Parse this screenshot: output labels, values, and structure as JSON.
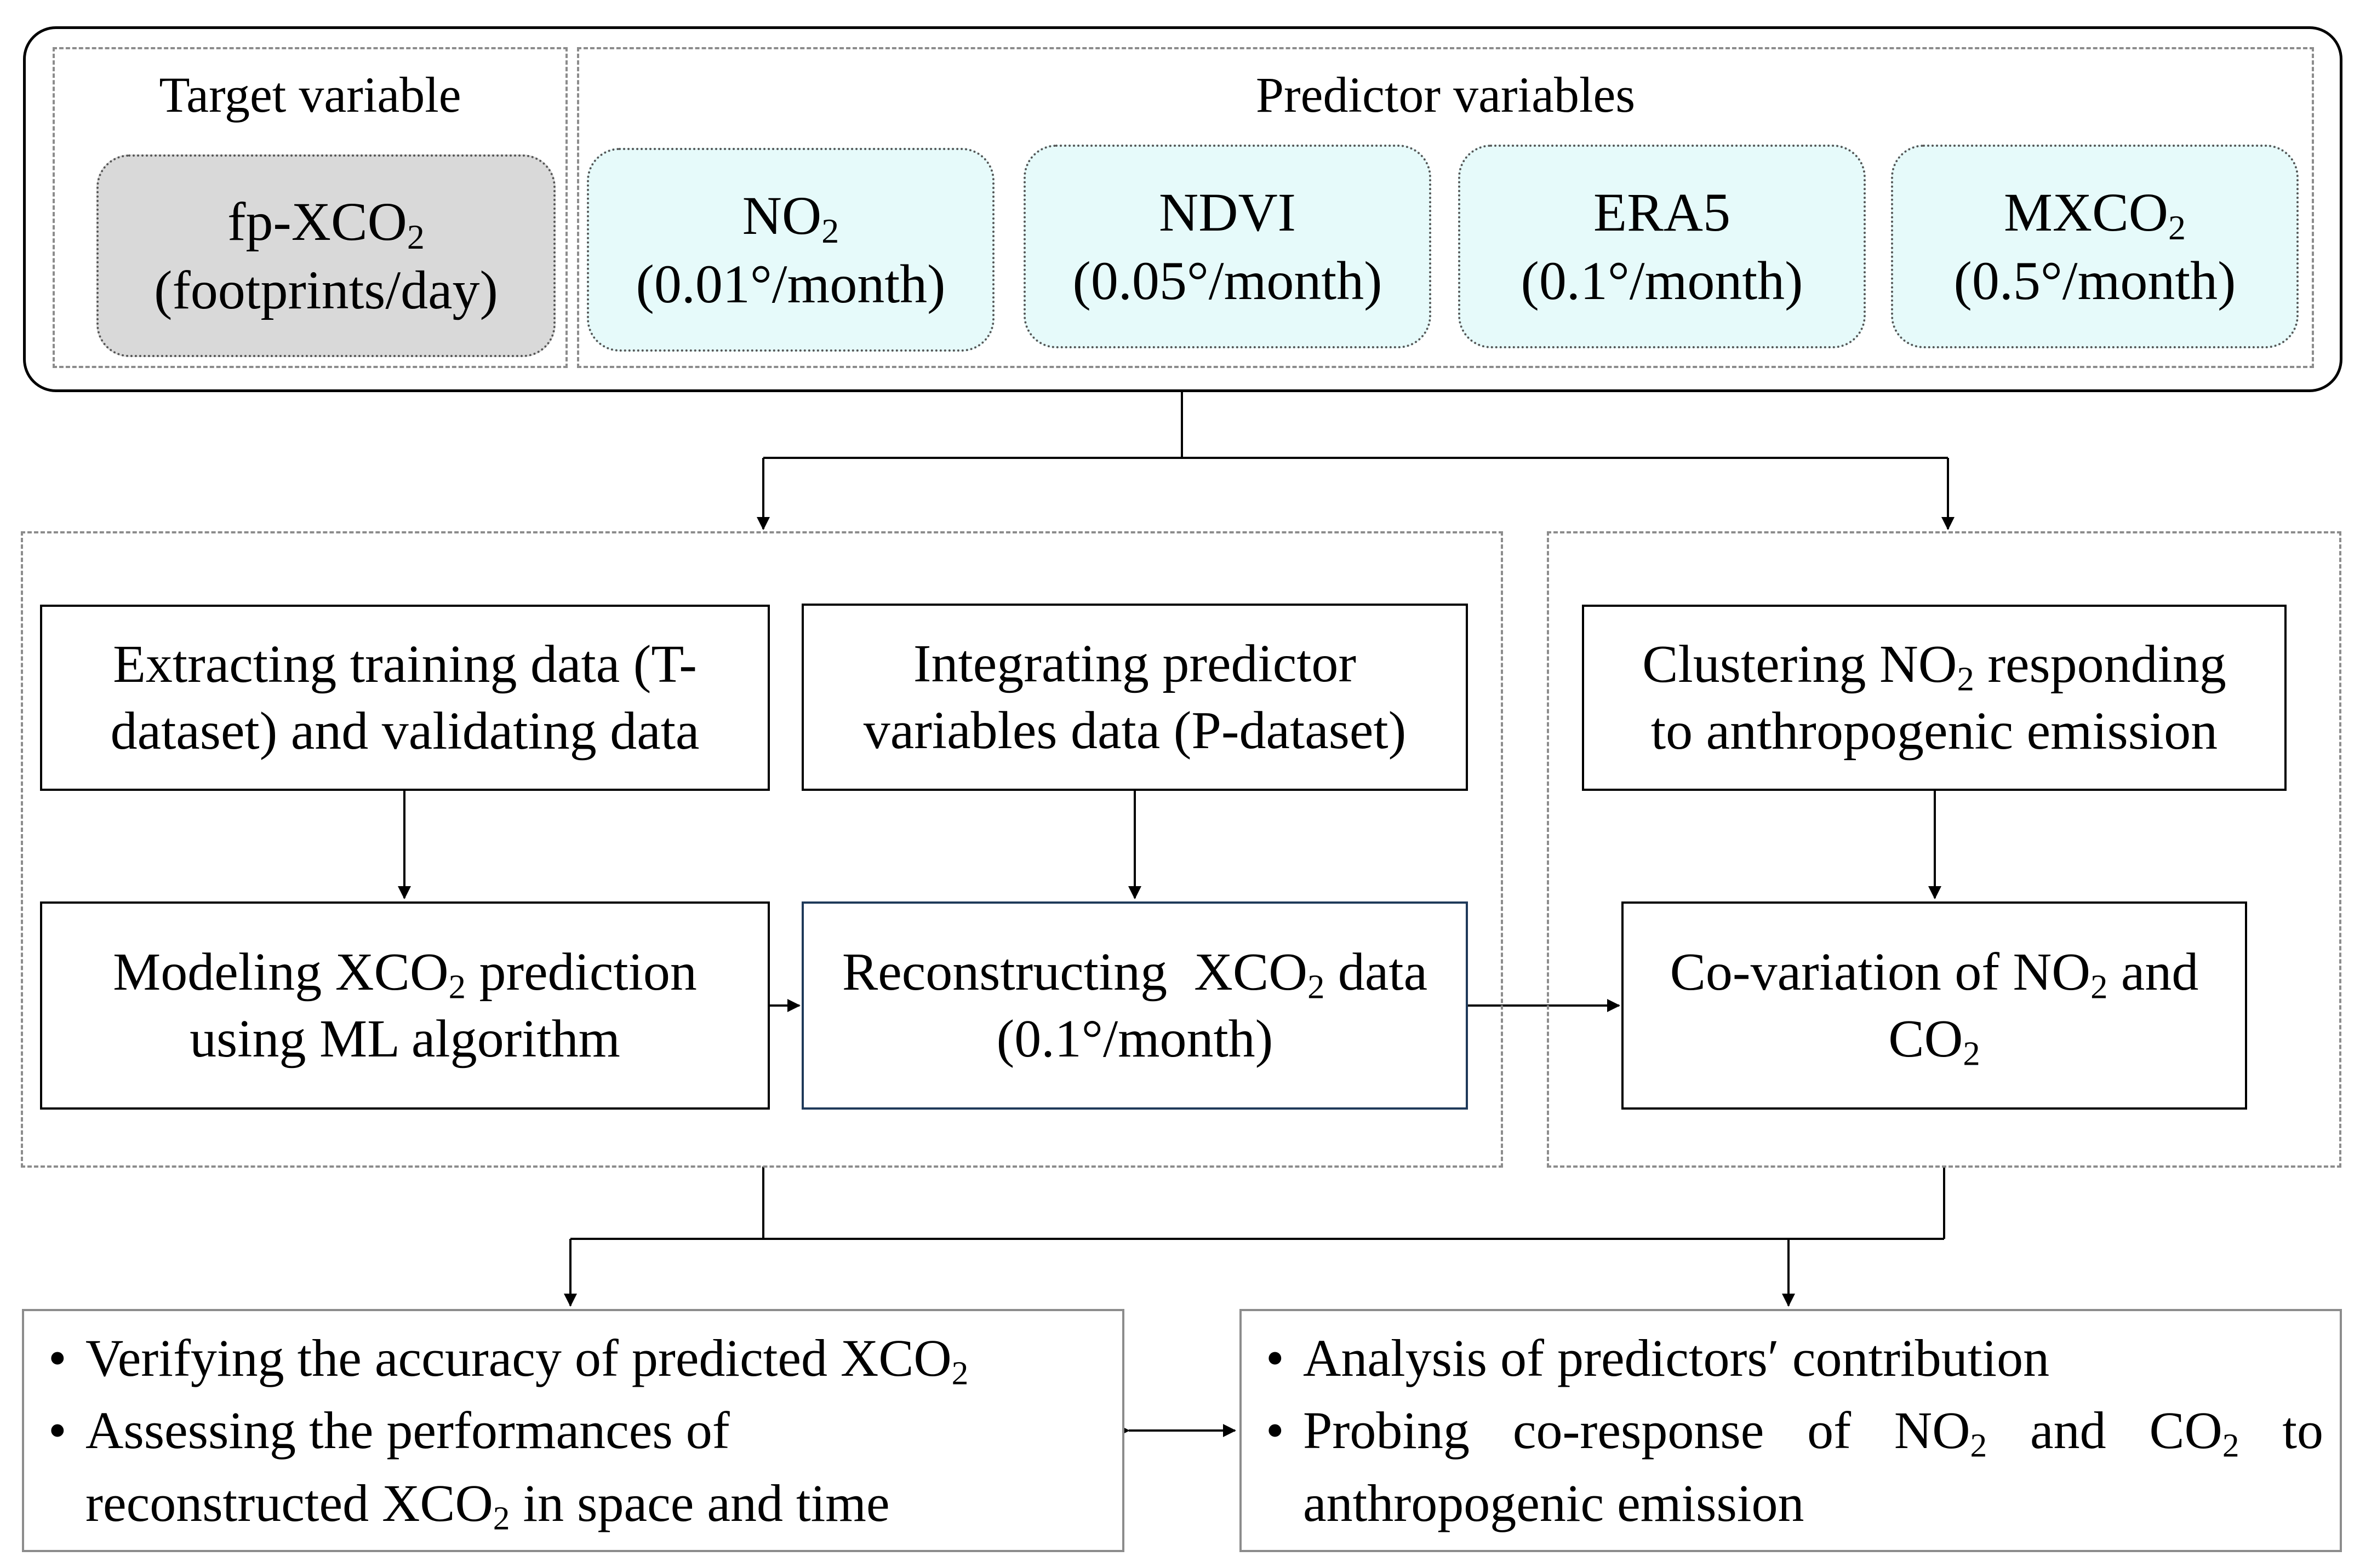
{
  "inputs": {
    "target_title": "Target variable",
    "predictor_title": "Predictor variables",
    "target": {
      "name_main": "fp-XCO",
      "name_sub": "2",
      "resolution": "(footprints/day)"
    },
    "predictors": [
      {
        "name_main": "NO",
        "name_sub": "2",
        "resolution": "(0.01°/month)"
      },
      {
        "name_main": "NDVI",
        "name_sub": "",
        "resolution": "(0.05°/month)"
      },
      {
        "name_main": "ERA5",
        "name_sub": "",
        "resolution": "(0.1°/month)"
      },
      {
        "name_main": "MXCO",
        "name_sub": "2",
        "resolution": "(0.5°/month)"
      }
    ]
  },
  "process": {
    "extract": {
      "line1": "Extracting training data (T-",
      "line2": "dataset) and validating data"
    },
    "integrate": {
      "line1": "Integrating predictor",
      "line2": "variables data (P-dataset)"
    },
    "clustering": {
      "line1_a": "Clustering NO",
      "line1_sub": "2",
      "line1_b": " responding",
      "line2": "to anthropogenic emission"
    },
    "modeling": {
      "line1_a": "Modeling XCO",
      "line1_sub": "2",
      "line1_b": " prediction",
      "line2": "using ML algorithm"
    },
    "reconstruct": {
      "line1_a": "Reconstructing  XCO",
      "line1_sub": "2",
      "line1_b": " data",
      "line2": "(0.1°/month)"
    },
    "covariation": {
      "line1_a": "Co-variation of NO",
      "line1_sub": "2",
      "line1_b": " and",
      "line2_a": "CO",
      "line2_sub": "2"
    }
  },
  "outputs": {
    "left": {
      "bullet": "•",
      "item1_a": "Verifying the accuracy of predicted XCO",
      "item1_sub": "2",
      "item2_line1": "Assessing the performances of",
      "item2_line2_a": "reconstructed XCO",
      "item2_line2_sub": "2",
      "item2_line2_b": " in space and time"
    },
    "right": {
      "bullet": "•",
      "item1": "Analysis of predictors′ contribution",
      "item2_line1_a": "Probing co-response of NO",
      "item2_line1_sub1": "2",
      "item2_line1_b": " and CO",
      "item2_line1_sub2": "2",
      "item2_line1_c": " to",
      "item2_line2": "anthropogenic emission"
    }
  }
}
